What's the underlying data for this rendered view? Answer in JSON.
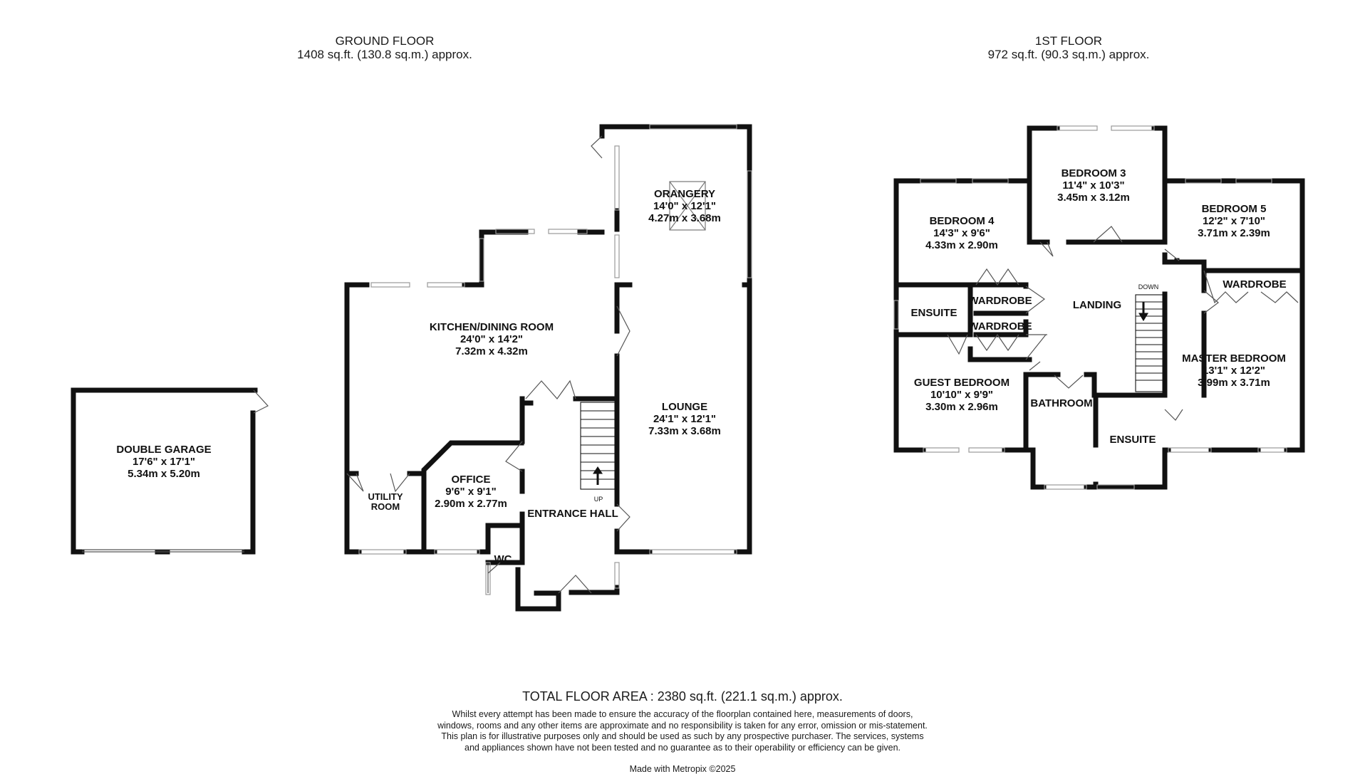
{
  "ground_floor": {
    "title": "GROUND FLOOR",
    "area": "1408 sq.ft. (130.8 sq.m.) approx.",
    "rooms": [
      {
        "name": "DOUBLE GARAGE",
        "imperial": "17'6\" x 17'1\"",
        "metric": "5.34m  x 5.20m"
      },
      {
        "name": "ORANGERY",
        "imperial": "14'0\" x 12'1\"",
        "metric": "4.27m x 3.68m"
      },
      {
        "name": "KITCHEN/DINING ROOM",
        "imperial": "24'0\" x 14'2\"",
        "metric": "7.32m  x 4.32m"
      },
      {
        "name": "LOUNGE",
        "imperial": "24'1\" x 12'1\"",
        "metric": "7.33m  x 3.68m"
      },
      {
        "name": "OFFICE",
        "imperial": "9'6\" x 9'1\"",
        "metric": "2.90m  x 2.77m"
      },
      {
        "name": "UTILITY",
        "line2": "ROOM"
      },
      {
        "name": "ENTRANCE HALL"
      },
      {
        "name": "WC"
      }
    ],
    "stair_label": "UP"
  },
  "first_floor": {
    "title": "1ST FLOOR",
    "area": "972 sq.ft. (90.3 sq.m.) approx.",
    "rooms": [
      {
        "name": "BEDROOM 3",
        "imperial": "11'4\" x 10'3\"",
        "metric": "3.45m  x 3.12m"
      },
      {
        "name": "BEDROOM 4",
        "imperial": "14'3\" x 9'6\"",
        "metric": "4.33m  x 2.90m"
      },
      {
        "name": "BEDROOM 5",
        "imperial": "12'2\" x 7'10\"",
        "metric": "3.71m  x 2.39m"
      },
      {
        "name": "ENSUITE"
      },
      {
        "name": "WARDROBE"
      },
      {
        "name": "WARDROBE"
      },
      {
        "name": "LANDING"
      },
      {
        "name": "WARDROBE"
      },
      {
        "name": "MASTER BEDROOM",
        "imperial": "13'1\" x 12'2\"",
        "metric": "3.99m  x 3.71m"
      },
      {
        "name": "GUEST BEDROOM",
        "imperial": "10'10\" x 9'9\"",
        "metric": "3.30m  x 2.96m"
      },
      {
        "name": "BATHROOM"
      },
      {
        "name": "ENSUITE"
      }
    ],
    "stair_label": "DOWN"
  },
  "total": "TOTAL FLOOR AREA : 2380 sq.ft. (221.1 sq.m.) approx.",
  "disclaimer": "Whilst every attempt has been made to ensure the accuracy of the floorplan contained here, measurements of doors, windows, rooms and any other items are approximate and no responsibility is taken for any error, omission or mis-statement. This plan is for illustrative purposes only and should be used as such by any prospective purchaser. The services, systems and appliances shown have not been tested and no guarantee as to their operability or efficiency can be given.",
  "made_with": "Made with Metropix ©2025",
  "colors": {
    "wall": "#111111",
    "window": "#9a9a9a",
    "door": "#555555"
  }
}
